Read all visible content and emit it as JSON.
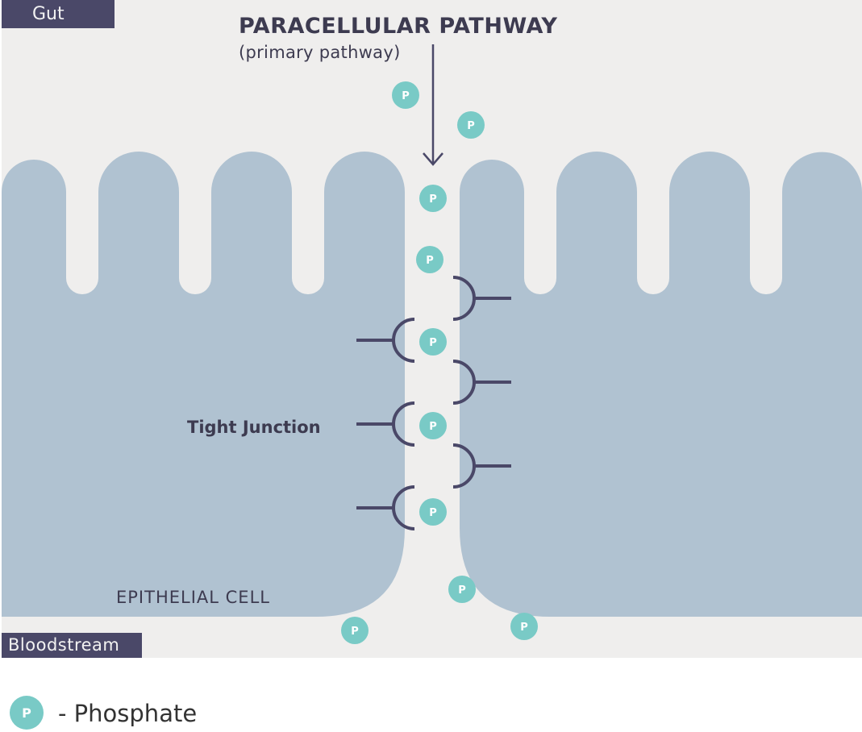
{
  "labels": {
    "gut": "Gut",
    "bloodstream": "Bloodstream",
    "title": "PARACELLULAR PATHWAY",
    "subtitle": "(primary pathway)",
    "tight_junction": "Tight Junction",
    "epithelial_cell": "EPITHELIAL CELL"
  },
  "phosphate_symbol": "P",
  "legend": {
    "symbol": "P",
    "text": "- Phosphate"
  },
  "colors": {
    "background": "#efeeed",
    "cell": "#b0c2d1",
    "dark": "#4a4868",
    "phosphate": "#79cac6"
  }
}
